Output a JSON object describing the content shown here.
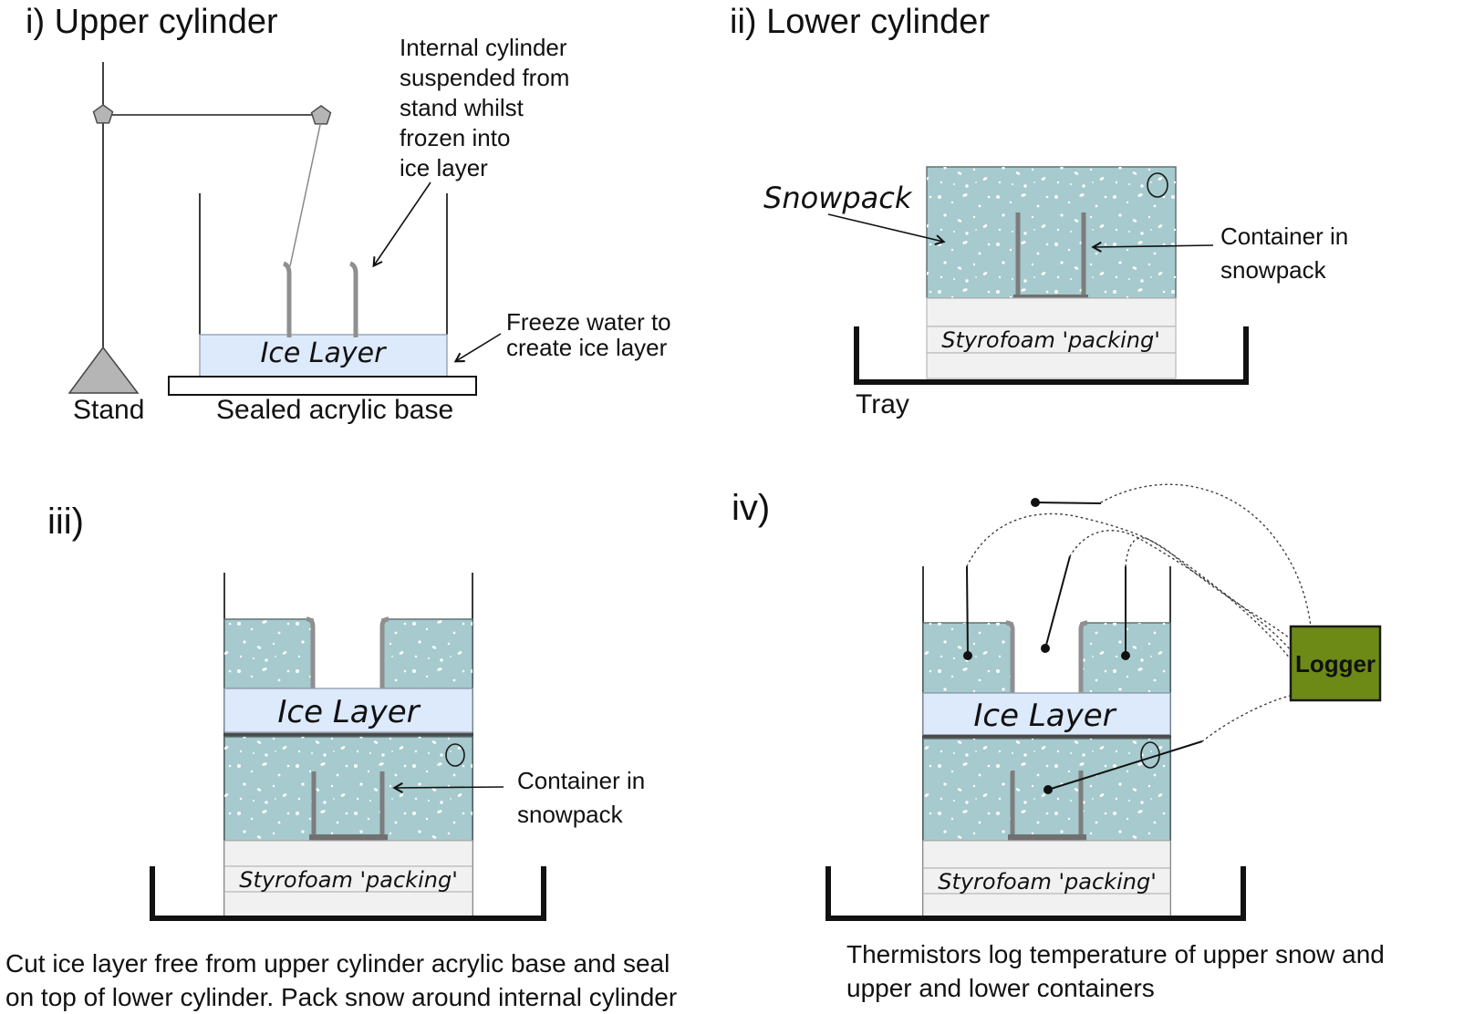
{
  "panel_i": {
    "title": "i) Upper cylinder",
    "annotation_suspended": [
      "Internal cylinder",
      "suspended from",
      "stand whilst",
      "frozen into",
      "ice layer"
    ],
    "annotation_freeze": [
      "Freeze water to",
      "create ice layer"
    ],
    "ice_layer_label": "Ice Layer",
    "stand_label": "Stand",
    "base_label": "Sealed acrylic base"
  },
  "panel_ii": {
    "title": "ii) Lower cylinder",
    "snowpack_label": "Snowpack",
    "container_label": [
      "Container in",
      "snowpack"
    ],
    "styrofoam_label": "Styrofoam 'packing'",
    "tray_label": "Tray"
  },
  "panel_iii": {
    "label": "iii)",
    "ice_layer_label": "Ice Layer",
    "container_label": [
      "Container in",
      "snowpack"
    ],
    "styrofoam_label": "Styrofoam 'packing'",
    "caption": [
      "Cut ice layer free from upper cylinder acrylic base and seal",
      "on top of lower cylinder. Pack snow around internal cylinder"
    ]
  },
  "panel_iv": {
    "label": "iv)",
    "ice_layer_label": "Ice Layer",
    "styrofoam_label": "Styrofoam 'packing'",
    "logger_label": "Logger",
    "caption": [
      "Thermistors log temperature of upper snow and",
      "upper and lower containers"
    ]
  },
  "colors": {
    "snow": "#a6cace",
    "ice": "#dceafc",
    "styrofoam": "#f1f1f1",
    "logger_green": "#6d8a16",
    "container_gray": "#7d7d7d",
    "tray_black": "#111111"
  }
}
